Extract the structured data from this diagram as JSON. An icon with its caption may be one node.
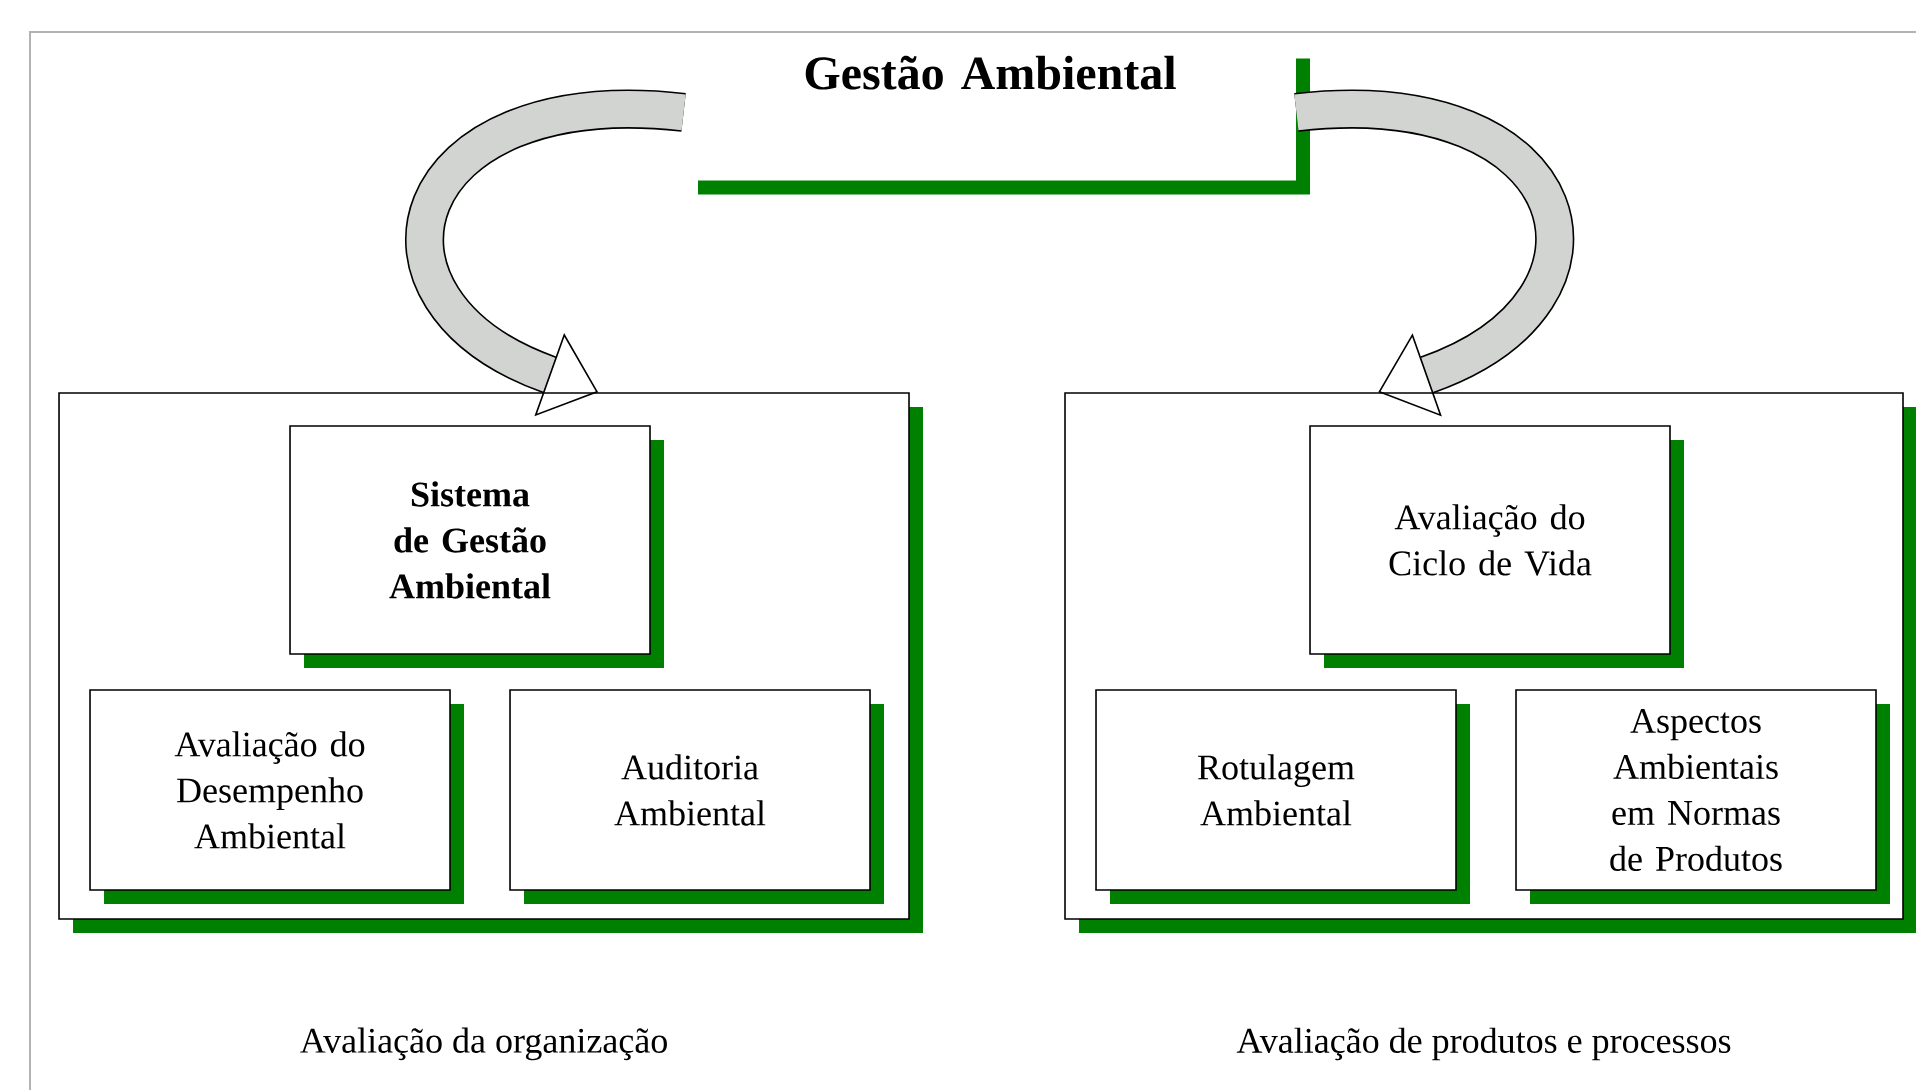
{
  "diagram": {
    "nodes": [
      {
        "text": [
          "Gestão Ambiental"
        ]
      },
      {
        "text": [],
        "shape": "box",
        "beside": [
          "Avaliação da organização"
        ]
      },
      {
        "text": [
          "Sistema de Gestão Ambiental"
        ],
        "in": 1
      },
      {
        "text": [
          "Avaliação do Desempenho Ambiental"
        ],
        "in": 1
      },
      {
        "text": [
          "Auditoria Ambiental"
        ],
        "in": 1
      },
      {
        "text": [],
        "shape": "box",
        "beside": [
          "Avaliação de produtos e processos"
        ]
      },
      {
        "text": [
          "Avaliação do Ciclo de Vida"
        ],
        "in": 5
      },
      {
        "text": [
          "Rotulagem Ambiental"
        ],
        "in": 5
      },
      {
        "text": [
          "Aspectos Ambientais em Normas de Produtos"
        ],
        "in": 5
      }
    ],
    "edges": [
      {
        "from": 0,
        "to": 1,
        "arrow": "to"
      },
      {
        "from": 0,
        "to": 5,
        "arrow": "to"
      }
    ]
  }
}
